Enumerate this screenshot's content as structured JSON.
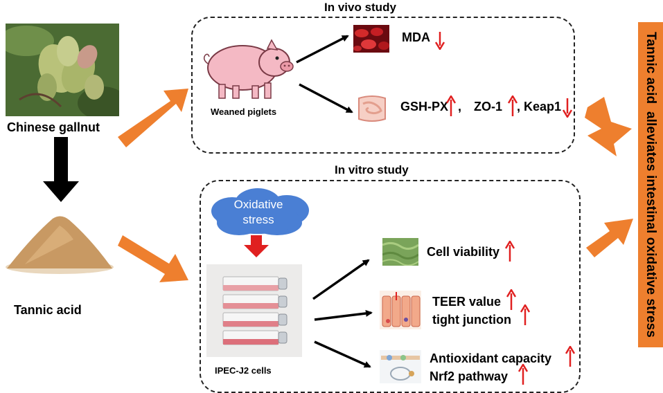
{
  "source": {
    "plant_label": "Chinese gallnut",
    "compound_label": "Tannic acid"
  },
  "in_vivo": {
    "title": "In vivo study",
    "model_label": "Weaned piglets",
    "blood_markers": [
      {
        "name": "MDA",
        "trend": "down"
      }
    ],
    "intestine_markers": [
      {
        "name": "GSH-PX",
        "trend": "up",
        "suffix": ","
      },
      {
        "name": "ZO-1",
        "trend": "up",
        "prefix": ""
      },
      {
        "name": "Keap1",
        "trend": "down",
        "prefix": ", "
      }
    ]
  },
  "in_vitro": {
    "title": "In vitro study",
    "stress_label_line1": "Oxidative",
    "stress_label_line2": "stress",
    "cells_label": "IPEC-J2 cells",
    "outcomes": [
      {
        "lines": [
          "Cell viability"
        ],
        "trend": "up"
      },
      {
        "lines": [
          "TEER value",
          "tight junction"
        ],
        "trend": "up"
      },
      {
        "lines": [
          "Antioxidant capacity",
          "Nrf2 pathway"
        ],
        "trend": "up"
      }
    ]
  },
  "conclusion": {
    "text": "Tannic acid  alleviates intestinal oxidative stress"
  },
  "colors": {
    "orange_arrow": "#ee7f2e",
    "red_arrow": "#e02020",
    "cloud": "#4a7fd4",
    "box_border": "#222222"
  }
}
